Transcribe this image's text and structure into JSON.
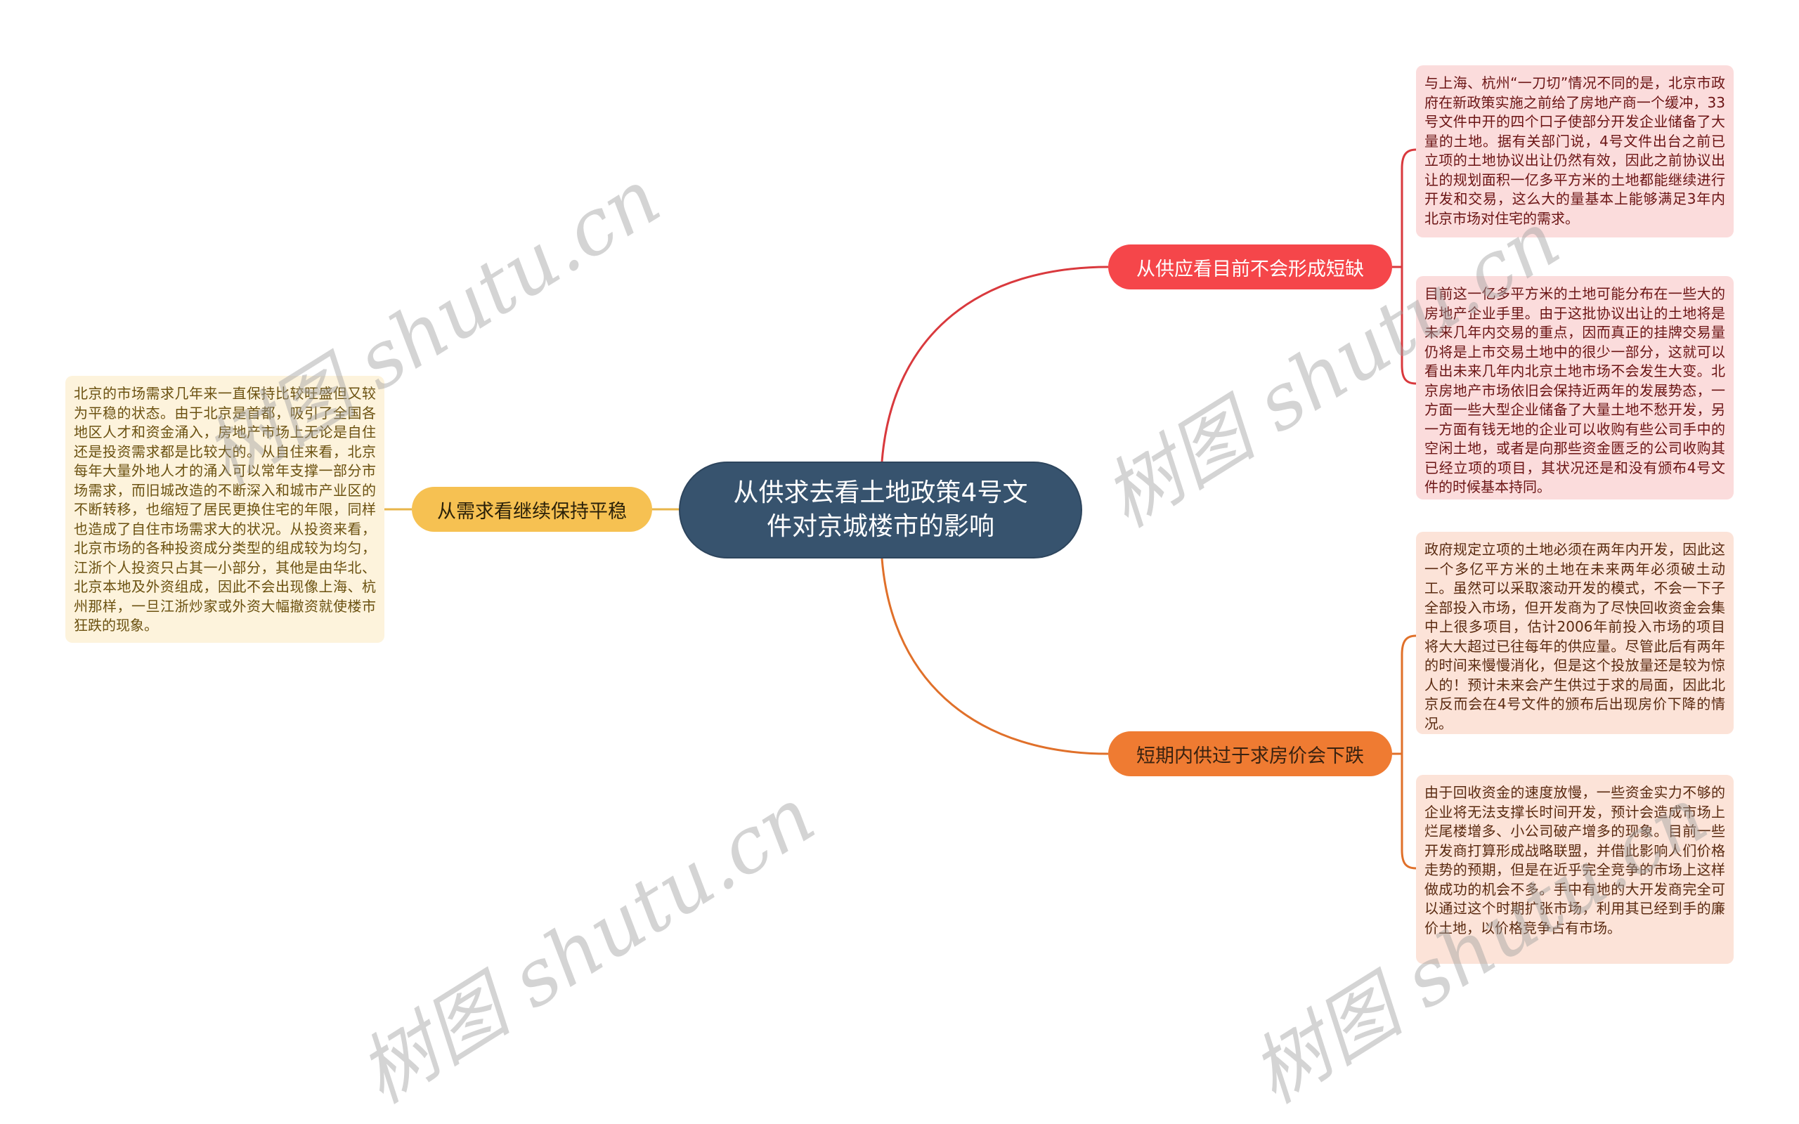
{
  "mindmap": {
    "root": {
      "label": "从供求去看土地政策4号文件对京城楼市的影响",
      "color": "#37536e"
    },
    "branches": [
      {
        "label": "从供应看目前不会形成短缺",
        "side": "right",
        "color": "#f5464a",
        "children": [
          {
            "text": "与上海、杭州“一刀切”情况不同的是，北京市政府在新政策实施之前给了房地产商一个缓冲，33号文件中开的四个口子使部分开发企业储备了大量的土地。据有关部门说，4号文件出台之前已立项的土地协议出让仍然有效，因此之前协议出让的规划面积一亿多平方米的土地都能继续进行开发和交易，这么大的量基本上能够满足3年内北京市场对住宅的需求。"
          },
          {
            "text": "目前这一亿多平方米的土地可能分布在一些大的房地产企业手里。由于这批协议出让的土地将是未来几年内交易的重点，因而真正的挂牌交易量仍将是上市交易土地中的很少一部分，这就可以看出未来几年内北京土地市场不会发生大变。北京房地产市场依旧会保持近两年的发展势态，一方面一些大型企业储备了大量土地不愁开发，另一方面有钱无地的企业可以收购有些公司手中的空闲土地，或者是向那些资金匮乏的公司收购其已经立项的项目，其状况还是和没有颁布4号文件的时候基本持同。"
          }
        ]
      },
      {
        "label": "短期内供过于求房价会下跌",
        "side": "right",
        "color": "#ef7b32",
        "children": [
          {
            "text": "政府规定立项的土地必须在两年内开发，因此这一个多亿平方米的土地在未来两年必须破土动工。虽然可以采取滚动开发的模式，不会一下子全部投入市场，但开发商为了尽快回收资金会集中上很多项目，估计2006年前投入市场的项目将大大超过已往每年的供应量。尽管此后有两年的时间来慢慢消化，但是这个投放量还是较为惊人的！预计未来会产生供过于求的局面，因此北京反而会在4号文件的颁布后出现房价下降的情况。"
          },
          {
            "text": "由于回收资金的速度放慢，一些资金实力不够的企业将无法支撑长时间开发，预计会造成市场上烂尾楼增多、小公司破产增多的现象。目前一些开发商打算形成战略联盟，并借此影响人们价格走势的预期，但是在近乎完全竞争的市场上这样做成功的机会不多。手中有地的大开发商完全可以通过这个时期扩张市场，利用其已经到手的廉价土地，以价格竞争占有市场。"
          }
        ]
      },
      {
        "label": "从需求看继续保持平稳",
        "side": "left",
        "color": "#f6c152",
        "children": [
          {
            "text": "北京的市场需求几年来一直保持比较旺盛但又较为平稳的状态。由于北京是首都，吸引了全国各地区人才和资金涌入，房地产市场上无论是自住还是投资需求都是比较大的。从自住来看，北京每年大量外地人才的涌入可以常年支撑一部分市场需求，而旧城改造的不断深入和城市产业区的不断转移，也缩短了居民更换住宅的年限，同样也造成了自住市场需求大的状况。从投资来看，北京市场的各种投资成分类型的组成较为均匀，江浙个人投资只占其一小部分，其他是由华北、北京本地及外资组成，因此不会出现像上海、杭州那样，一旦江浙炒家或外资大幅撤资就使楼市狂跌的现象。"
          }
        ]
      }
    ]
  },
  "watermarks": [
    "树图 shutu.cn",
    "树图 shutu.cn",
    "树图 shutu.cn",
    "树图 shutu.cn"
  ]
}
